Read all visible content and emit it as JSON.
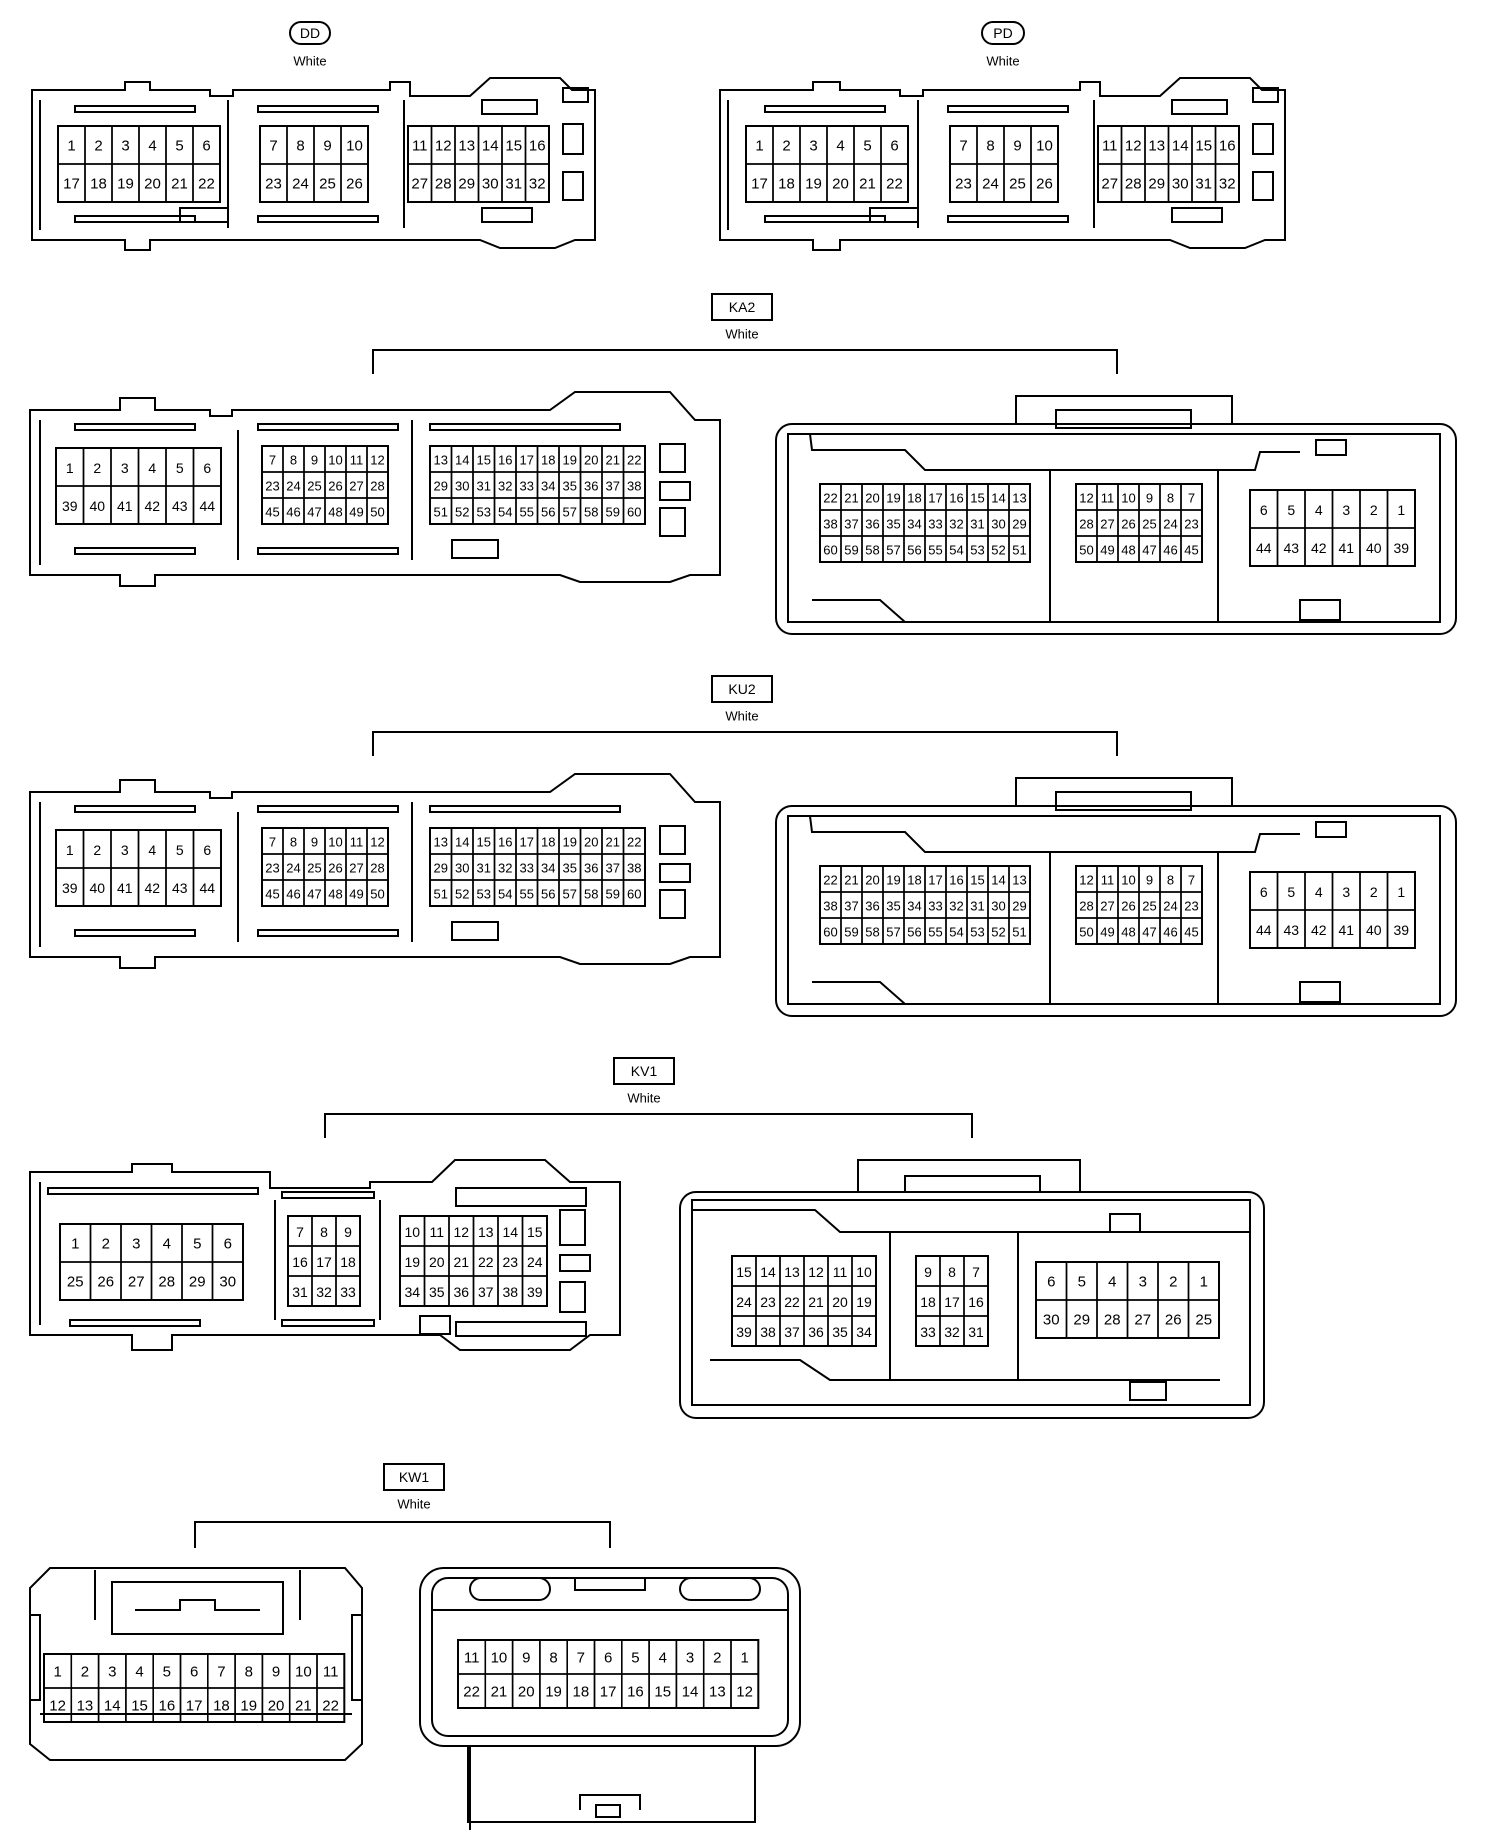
{
  "connectors": {
    "dd": {
      "code": "DD",
      "color": "White",
      "blocks": [
        [
          [
            "1",
            "2",
            "3",
            "4",
            "5",
            "6"
          ],
          [
            "17",
            "18",
            "19",
            "20",
            "21",
            "22"
          ]
        ],
        [
          [
            "7",
            "8",
            "9",
            "10"
          ],
          [
            "23",
            "24",
            "25",
            "26"
          ]
        ],
        [
          [
            "11",
            "12",
            "13",
            "14",
            "15",
            "16"
          ],
          [
            "27",
            "28",
            "29",
            "30",
            "31",
            "32"
          ]
        ]
      ]
    },
    "pd": {
      "code": "PD",
      "color": "White",
      "blocks": [
        [
          [
            "1",
            "2",
            "3",
            "4",
            "5",
            "6"
          ],
          [
            "17",
            "18",
            "19",
            "20",
            "21",
            "22"
          ]
        ],
        [
          [
            "7",
            "8",
            "9",
            "10"
          ],
          [
            "23",
            "24",
            "25",
            "26"
          ]
        ],
        [
          [
            "11",
            "12",
            "13",
            "14",
            "15",
            "16"
          ],
          [
            "27",
            "28",
            "29",
            "30",
            "31",
            "32"
          ]
        ]
      ]
    },
    "ka2": {
      "code": "KA2",
      "color": "White",
      "left_blocks": [
        [
          [
            "1",
            "2",
            "3",
            "4",
            "5",
            "6"
          ],
          [
            "39",
            "40",
            "41",
            "42",
            "43",
            "44"
          ]
        ],
        [
          [
            "7",
            "8",
            "9",
            "10",
            "11",
            "12"
          ],
          [
            "23",
            "24",
            "25",
            "26",
            "27",
            "28"
          ],
          [
            "45",
            "46",
            "47",
            "48",
            "49",
            "50"
          ]
        ],
        [
          [
            "13",
            "14",
            "15",
            "16",
            "17",
            "18",
            "19",
            "20",
            "21",
            "22"
          ],
          [
            "29",
            "30",
            "31",
            "32",
            "33",
            "34",
            "35",
            "36",
            "37",
            "38"
          ],
          [
            "51",
            "52",
            "53",
            "54",
            "55",
            "56",
            "57",
            "58",
            "59",
            "60"
          ]
        ]
      ],
      "right_blocks": [
        [
          [
            "22",
            "21",
            "20",
            "19",
            "18",
            "17",
            "16",
            "15",
            "14",
            "13"
          ],
          [
            "38",
            "37",
            "36",
            "35",
            "34",
            "33",
            "32",
            "31",
            "30",
            "29"
          ],
          [
            "60",
            "59",
            "58",
            "57",
            "56",
            "55",
            "54",
            "53",
            "52",
            "51"
          ]
        ],
        [
          [
            "12",
            "11",
            "10",
            "9",
            "8",
            "7"
          ],
          [
            "28",
            "27",
            "26",
            "25",
            "24",
            "23"
          ],
          [
            "50",
            "49",
            "48",
            "47",
            "46",
            "45"
          ]
        ],
        [
          [
            "6",
            "5",
            "4",
            "3",
            "2",
            "1"
          ],
          [
            "44",
            "43",
            "42",
            "41",
            "40",
            "39"
          ]
        ]
      ]
    },
    "ku2": {
      "code": "KU2",
      "color": "White",
      "left_blocks": [
        [
          [
            "1",
            "2",
            "3",
            "4",
            "5",
            "6"
          ],
          [
            "39",
            "40",
            "41",
            "42",
            "43",
            "44"
          ]
        ],
        [
          [
            "7",
            "8",
            "9",
            "10",
            "11",
            "12"
          ],
          [
            "23",
            "24",
            "25",
            "26",
            "27",
            "28"
          ],
          [
            "45",
            "46",
            "47",
            "48",
            "49",
            "50"
          ]
        ],
        [
          [
            "13",
            "14",
            "15",
            "16",
            "17",
            "18",
            "19",
            "20",
            "21",
            "22"
          ],
          [
            "29",
            "30",
            "31",
            "32",
            "33",
            "34",
            "35",
            "36",
            "37",
            "38"
          ],
          [
            "51",
            "52",
            "53",
            "54",
            "55",
            "56",
            "57",
            "58",
            "59",
            "60"
          ]
        ]
      ],
      "right_blocks": [
        [
          [
            "22",
            "21",
            "20",
            "19",
            "18",
            "17",
            "16",
            "15",
            "14",
            "13"
          ],
          [
            "38",
            "37",
            "36",
            "35",
            "34",
            "33",
            "32",
            "31",
            "30",
            "29"
          ],
          [
            "60",
            "59",
            "58",
            "57",
            "56",
            "55",
            "54",
            "53",
            "52",
            "51"
          ]
        ],
        [
          [
            "12",
            "11",
            "10",
            "9",
            "8",
            "7"
          ],
          [
            "28",
            "27",
            "26",
            "25",
            "24",
            "23"
          ],
          [
            "50",
            "49",
            "48",
            "47",
            "46",
            "45"
          ]
        ],
        [
          [
            "6",
            "5",
            "4",
            "3",
            "2",
            "1"
          ],
          [
            "44",
            "43",
            "42",
            "41",
            "40",
            "39"
          ]
        ]
      ]
    },
    "kv1": {
      "code": "KV1",
      "color": "White",
      "left_blocks": [
        [
          [
            "1",
            "2",
            "3",
            "4",
            "5",
            "6"
          ],
          [
            "25",
            "26",
            "27",
            "28",
            "29",
            "30"
          ]
        ],
        [
          [
            "7",
            "8",
            "9"
          ],
          [
            "16",
            "17",
            "18"
          ],
          [
            "31",
            "32",
            "33"
          ]
        ],
        [
          [
            "10",
            "11",
            "12",
            "13",
            "14",
            "15"
          ],
          [
            "19",
            "20",
            "21",
            "22",
            "23",
            "24"
          ],
          [
            "34",
            "35",
            "36",
            "37",
            "38",
            "39"
          ]
        ]
      ],
      "right_blocks": [
        [
          [
            "15",
            "14",
            "13",
            "12",
            "11",
            "10"
          ],
          [
            "24",
            "23",
            "22",
            "21",
            "20",
            "19"
          ],
          [
            "39",
            "38",
            "37",
            "36",
            "35",
            "34"
          ]
        ],
        [
          [
            "9",
            "8",
            "7"
          ],
          [
            "18",
            "17",
            "16"
          ],
          [
            "33",
            "32",
            "31"
          ]
        ],
        [
          [
            "6",
            "5",
            "4",
            "3",
            "2",
            "1"
          ],
          [
            "30",
            "29",
            "28",
            "27",
            "26",
            "25"
          ]
        ]
      ]
    },
    "kw1": {
      "code": "KW1",
      "color": "White",
      "left_blocks": [
        [
          [
            "1",
            "2",
            "3",
            "4",
            "5",
            "6",
            "7",
            "8",
            "9",
            "10",
            "11"
          ],
          [
            "12",
            "13",
            "14",
            "15",
            "16",
            "17",
            "18",
            "19",
            "20",
            "21",
            "22"
          ]
        ]
      ],
      "right_blocks": [
        [
          [
            "11",
            "10",
            "9",
            "8",
            "7",
            "6",
            "5",
            "4",
            "3",
            "2",
            "1"
          ],
          [
            "22",
            "21",
            "20",
            "19",
            "18",
            "17",
            "16",
            "15",
            "14",
            "13",
            "12"
          ]
        ]
      ]
    }
  }
}
